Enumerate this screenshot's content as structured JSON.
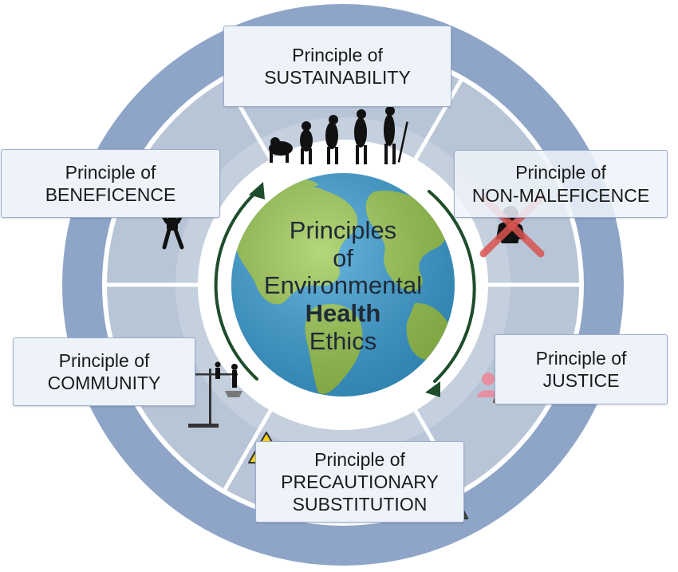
{
  "center": {
    "line1": "Principles",
    "line2": "of",
    "line3": "Environmental",
    "line4": "Health",
    "line5": "Ethics"
  },
  "principles": [
    {
      "id": "sustainability",
      "line1": "Principle of",
      "line2": "SUSTAINABILITY",
      "icon": "human-evolution-icon"
    },
    {
      "id": "non-maleficence",
      "line1": "Principle of",
      "line2": "NON-MALEFICENCE",
      "icon": "crossed-out-harm-icon"
    },
    {
      "id": "justice",
      "line1": "Principle of",
      "line2": "JUSTICE",
      "icon": "people-group-icon"
    },
    {
      "id": "precautionary-substitution",
      "line1": "Principle of",
      "line2": "PRECAUTIONARY",
      "line3": "SUBSTITUTION",
      "icon": "warning-icon"
    },
    {
      "id": "community",
      "line1": "Principle of",
      "line2": "COMMUNITY",
      "icon": "balance-scale-icon"
    },
    {
      "id": "beneficence",
      "line1": "Principle of",
      "line2": "BENEFICENCE",
      "icon": "cheering-person-icon"
    }
  ],
  "colors": {
    "outer_ring": "#8ea5c8",
    "inner_ring": "#b8c5d6",
    "sector_divider": "#ffffff",
    "box_fill": "#eef3fa",
    "box_border": "#9aaed0",
    "ocean": "#3a9fd6",
    "land": "#9bc94f",
    "arrow": "#1e4d2b",
    "cross": "#d9534f",
    "warning": "#f7d417"
  }
}
